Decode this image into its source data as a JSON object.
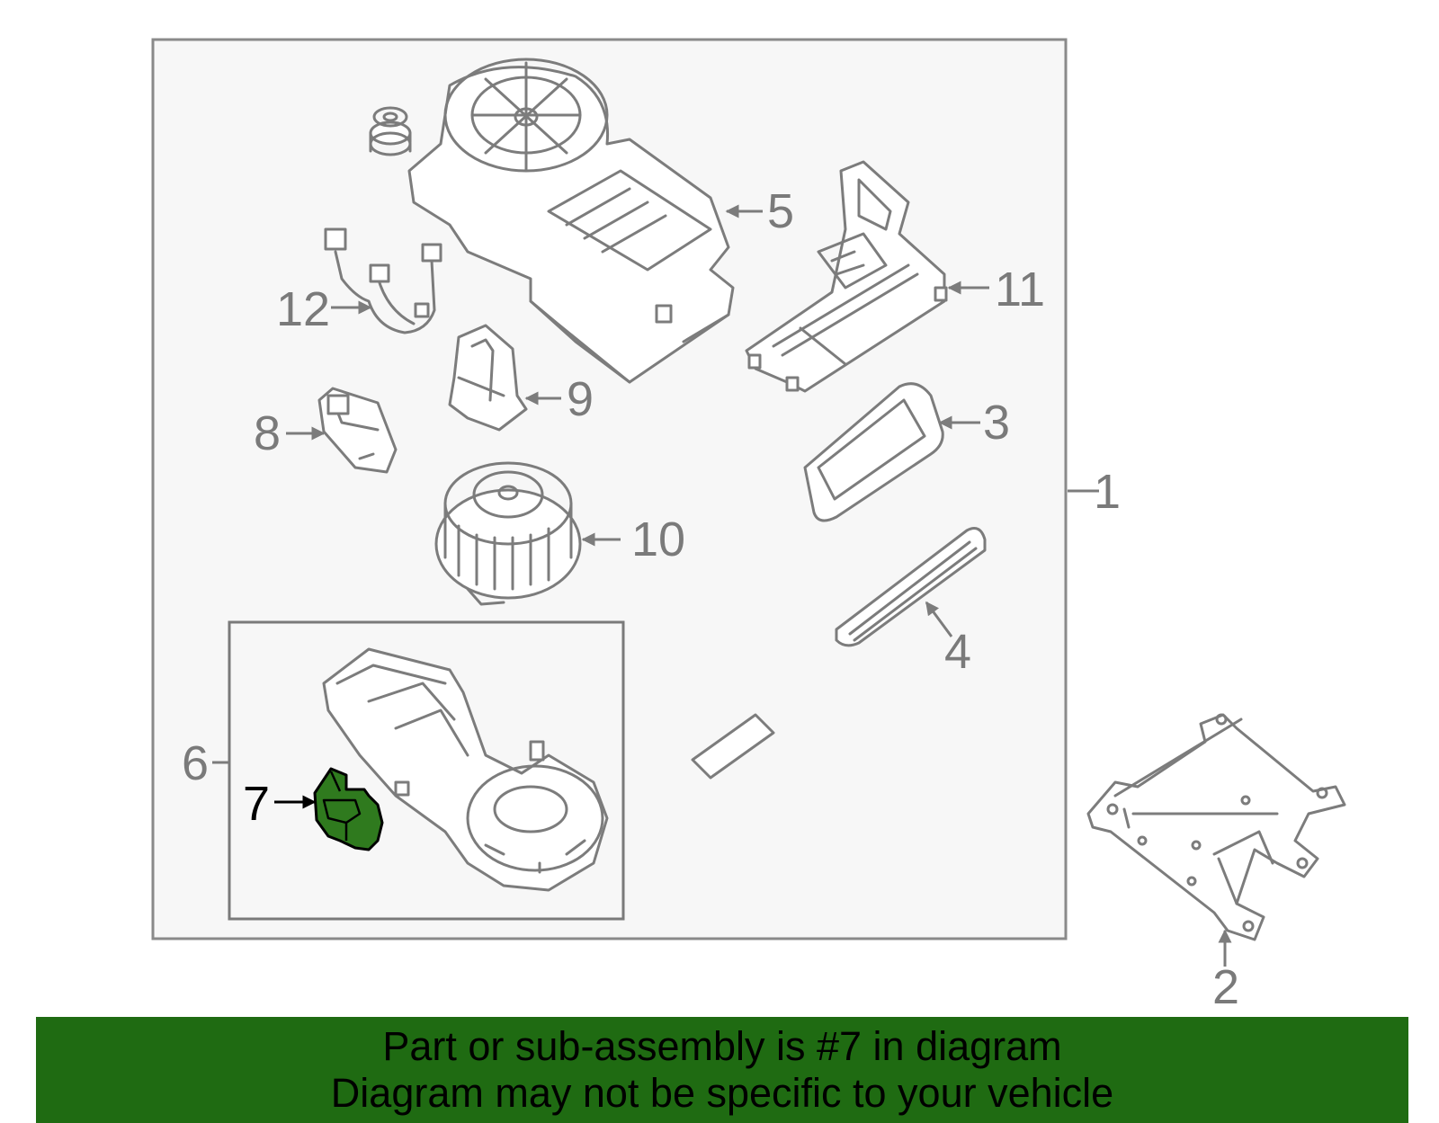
{
  "callouts": {
    "c1": "1",
    "c2": "2",
    "c3": "3",
    "c4": "4",
    "c5": "5",
    "c6": "6",
    "c7": "7",
    "c8": "8",
    "c9": "9",
    "c10": "10",
    "c11": "11",
    "c12": "12"
  },
  "highlighted_part": "7",
  "colors": {
    "highlight_fill": "#2f7a1e",
    "banner_background": "#1f6b12",
    "line_art": "#7c7c7c",
    "panel_background": "#f7f7f7"
  },
  "banner": {
    "line1": "Part or sub-assembly is #7 in diagram",
    "line2": "Diagram may not be specific to your vehicle"
  }
}
